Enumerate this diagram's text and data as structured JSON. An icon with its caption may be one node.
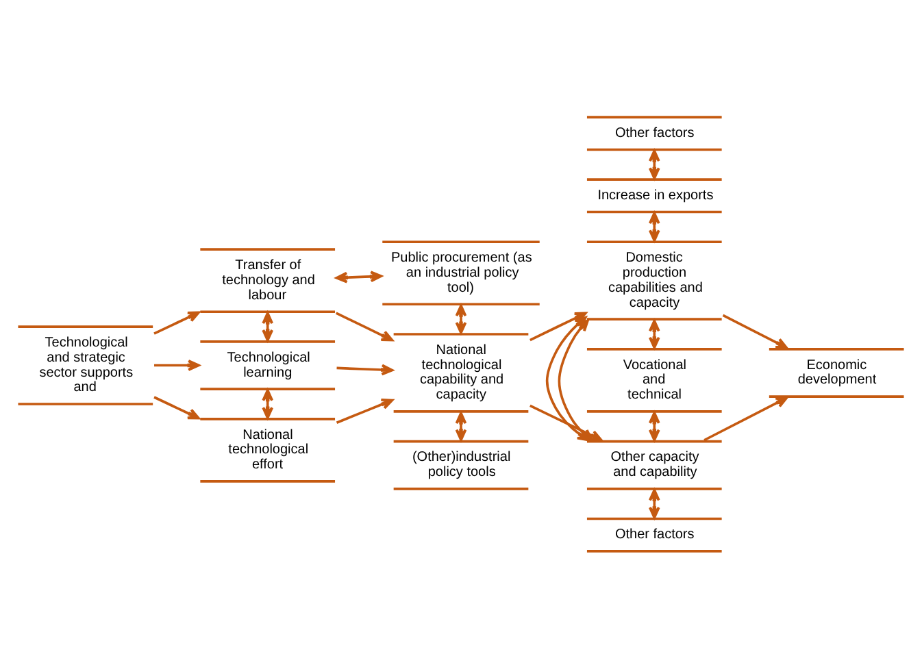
{
  "diagram": {
    "nodes": [
      {
        "text": [
          "Technological and strategic sector supports and"
        ]
      },
      {
        "text": [
          "Transfer of technology and labour"
        ]
      },
      {
        "text": [
          "Technological learning"
        ]
      },
      {
        "text": [
          "National technological effort"
        ]
      },
      {
        "text": [
          "Public procurement (as an industrial policy tool)"
        ]
      },
      {
        "text": [
          "National technological capability and capacity"
        ]
      },
      {
        "text": [
          "(Other)industrial policy tools"
        ]
      },
      {
        "text": [
          "Other factors"
        ]
      },
      {
        "text": [
          "Increase in exports"
        ]
      },
      {
        "text": [
          "Domestic production capabilities and capacity"
        ]
      },
      {
        "text": [
          "Vocational and technical"
        ]
      },
      {
        "text": [
          "Other capacity and capability"
        ]
      },
      {
        "text": [
          "Other factors"
        ]
      },
      {
        "text": [
          "Economic development"
        ]
      }
    ],
    "edges": [
      {
        "from": 0,
        "to": 1,
        "arrow": "to"
      },
      {
        "from": 0,
        "to": 2,
        "arrow": "to"
      },
      {
        "from": 0,
        "to": 3,
        "arrow": "to"
      },
      {
        "from": 1,
        "to": 4,
        "arrow": "both"
      },
      {
        "from": 1,
        "to": 2,
        "arrow": "both"
      },
      {
        "from": 2,
        "to": 3,
        "arrow": "both"
      },
      {
        "from": 1,
        "to": 5,
        "arrow": "to"
      },
      {
        "from": 2,
        "to": 5,
        "arrow": "to"
      },
      {
        "from": 3,
        "to": 5,
        "arrow": "to"
      },
      {
        "from": 4,
        "to": 5,
        "arrow": "both"
      },
      {
        "from": 5,
        "to": 6,
        "arrow": "both"
      },
      {
        "from": 5,
        "to": 9,
        "arrow": "to"
      },
      {
        "from": 5,
        "to": 11,
        "arrow": "to"
      },
      {
        "from": 7,
        "to": 8,
        "arrow": "both"
      },
      {
        "from": 8,
        "to": 9,
        "arrow": "both"
      },
      {
        "from": 9,
        "to": 10,
        "arrow": "both"
      },
      {
        "from": 10,
        "to": 11,
        "arrow": "both"
      },
      {
        "from": 9,
        "to": 11,
        "arrow": "both"
      },
      {
        "from": 9,
        "to": 11,
        "arrow": "both"
      },
      {
        "from": 11,
        "to": 12,
        "arrow": "both"
      },
      {
        "from": 9,
        "to": 13,
        "arrow": "to"
      },
      {
        "from": 11,
        "to": 13,
        "arrow": "to"
      }
    ]
  }
}
